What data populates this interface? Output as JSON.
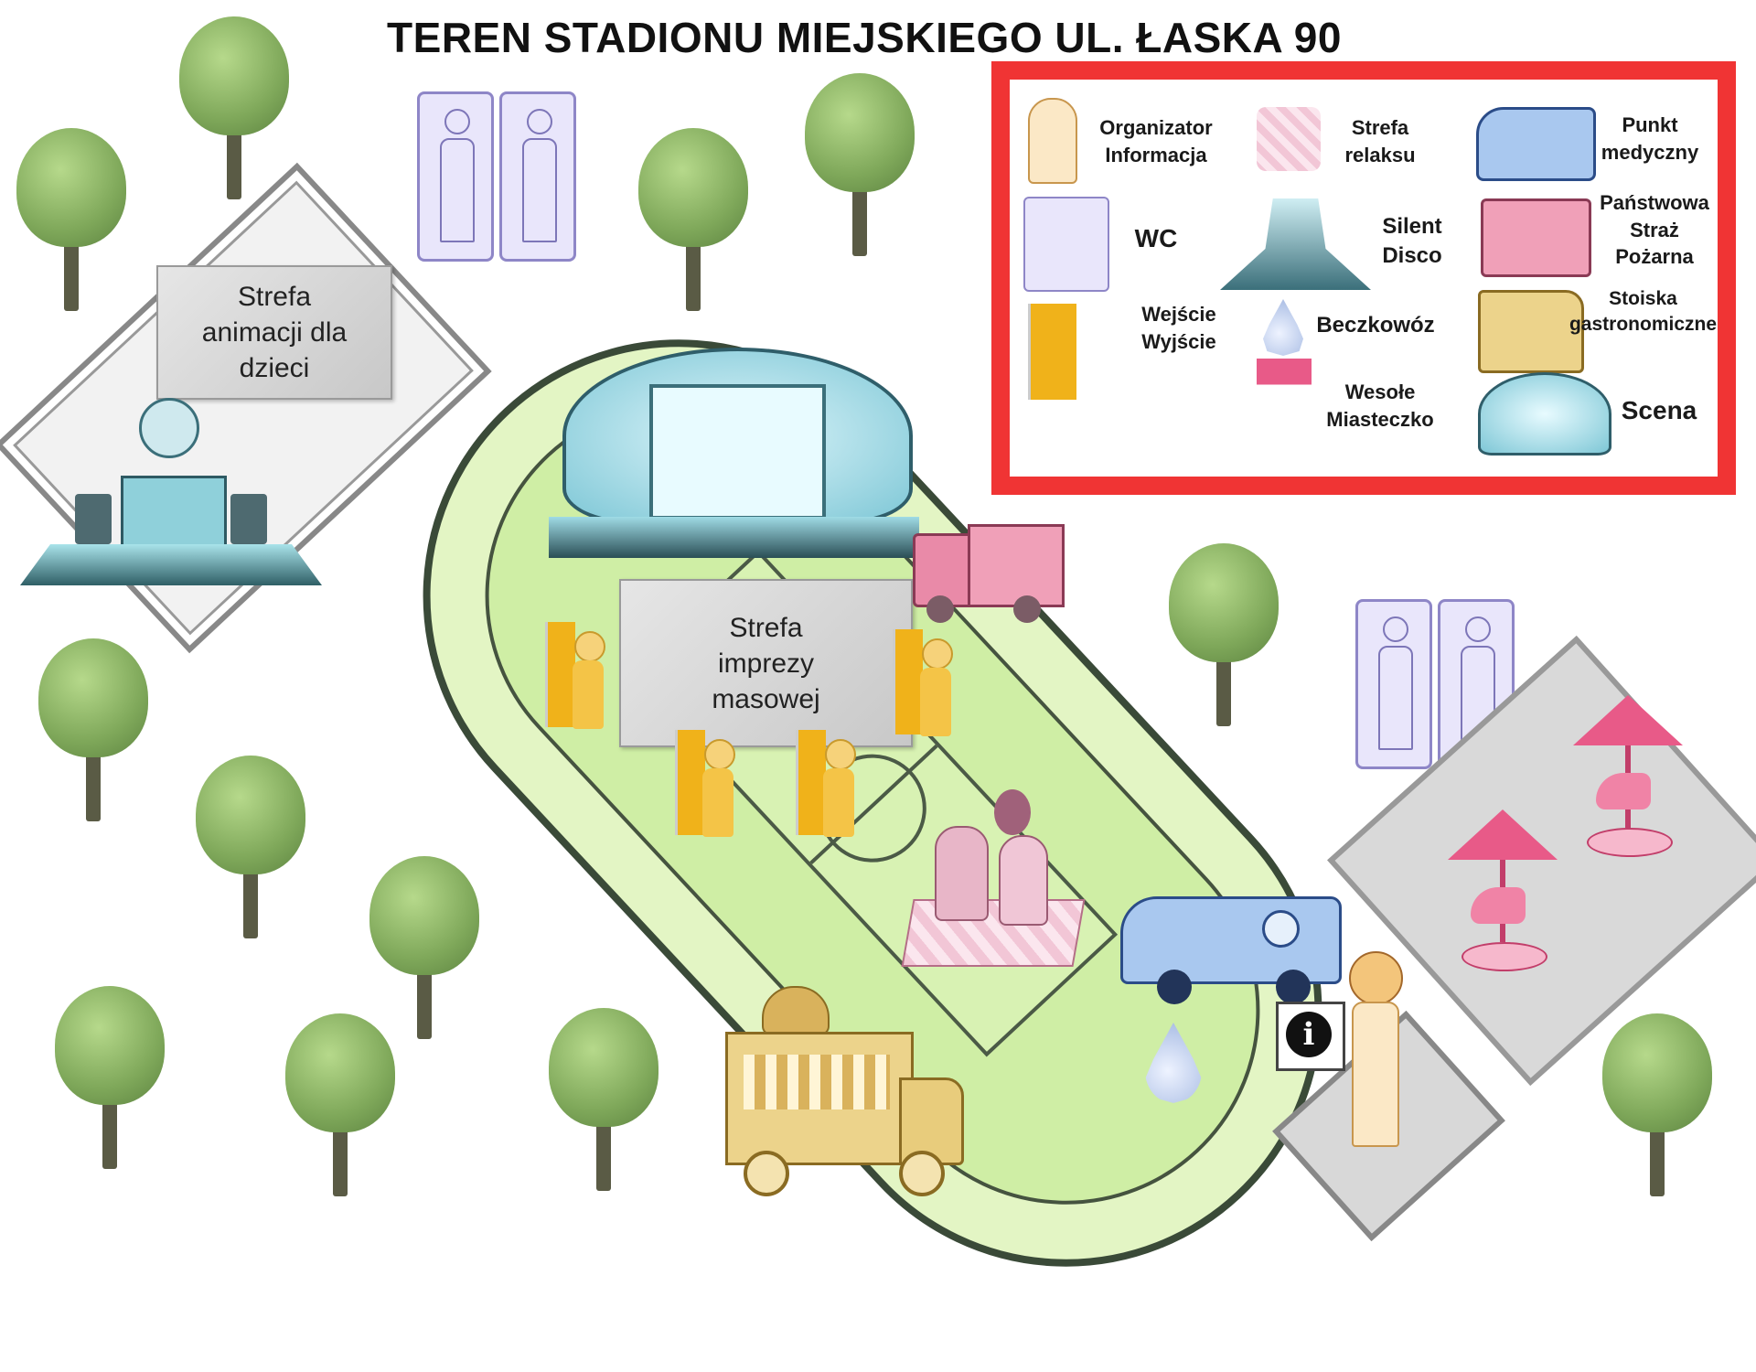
{
  "title": "TEREN STADIONU MIEJSKIEGO UL. ŁASKA 90",
  "zones": {
    "kids": "Strefa animacji dla dzieci",
    "mass_event": "Strefa imprezy masowej"
  },
  "info_icon": "i",
  "legend": {
    "items": [
      {
        "label": "Organizator Informacja",
        "icon": "info-girl-icon"
      },
      {
        "label": "Strefa relaksu",
        "icon": "picnic-icon"
      },
      {
        "label": "Punkt medyczny",
        "icon": "ambulance-icon"
      },
      {
        "label": "WC",
        "icon": "wc-icon"
      },
      {
        "label": "Silent Disco",
        "icon": "dj-icon"
      },
      {
        "label": "Państwowa Straż Pożarna",
        "icon": "fire-truck-icon"
      },
      {
        "label": "Wejście Wyjście",
        "icon": "door-icon"
      },
      {
        "label": "Beczkowóz",
        "icon": "water-drop-icon"
      },
      {
        "label": "Stoiska gastronomiczne",
        "icon": "food-truck-icon"
      },
      {
        "label": "Wesołe Miasteczko",
        "icon": "carousel-icon"
      },
      {
        "label": "Scena",
        "icon": "stage-icon"
      }
    ]
  },
  "colors": {
    "legend_border": "#f03434",
    "track": "#e3f5c4",
    "tree": "#7fa85a"
  }
}
